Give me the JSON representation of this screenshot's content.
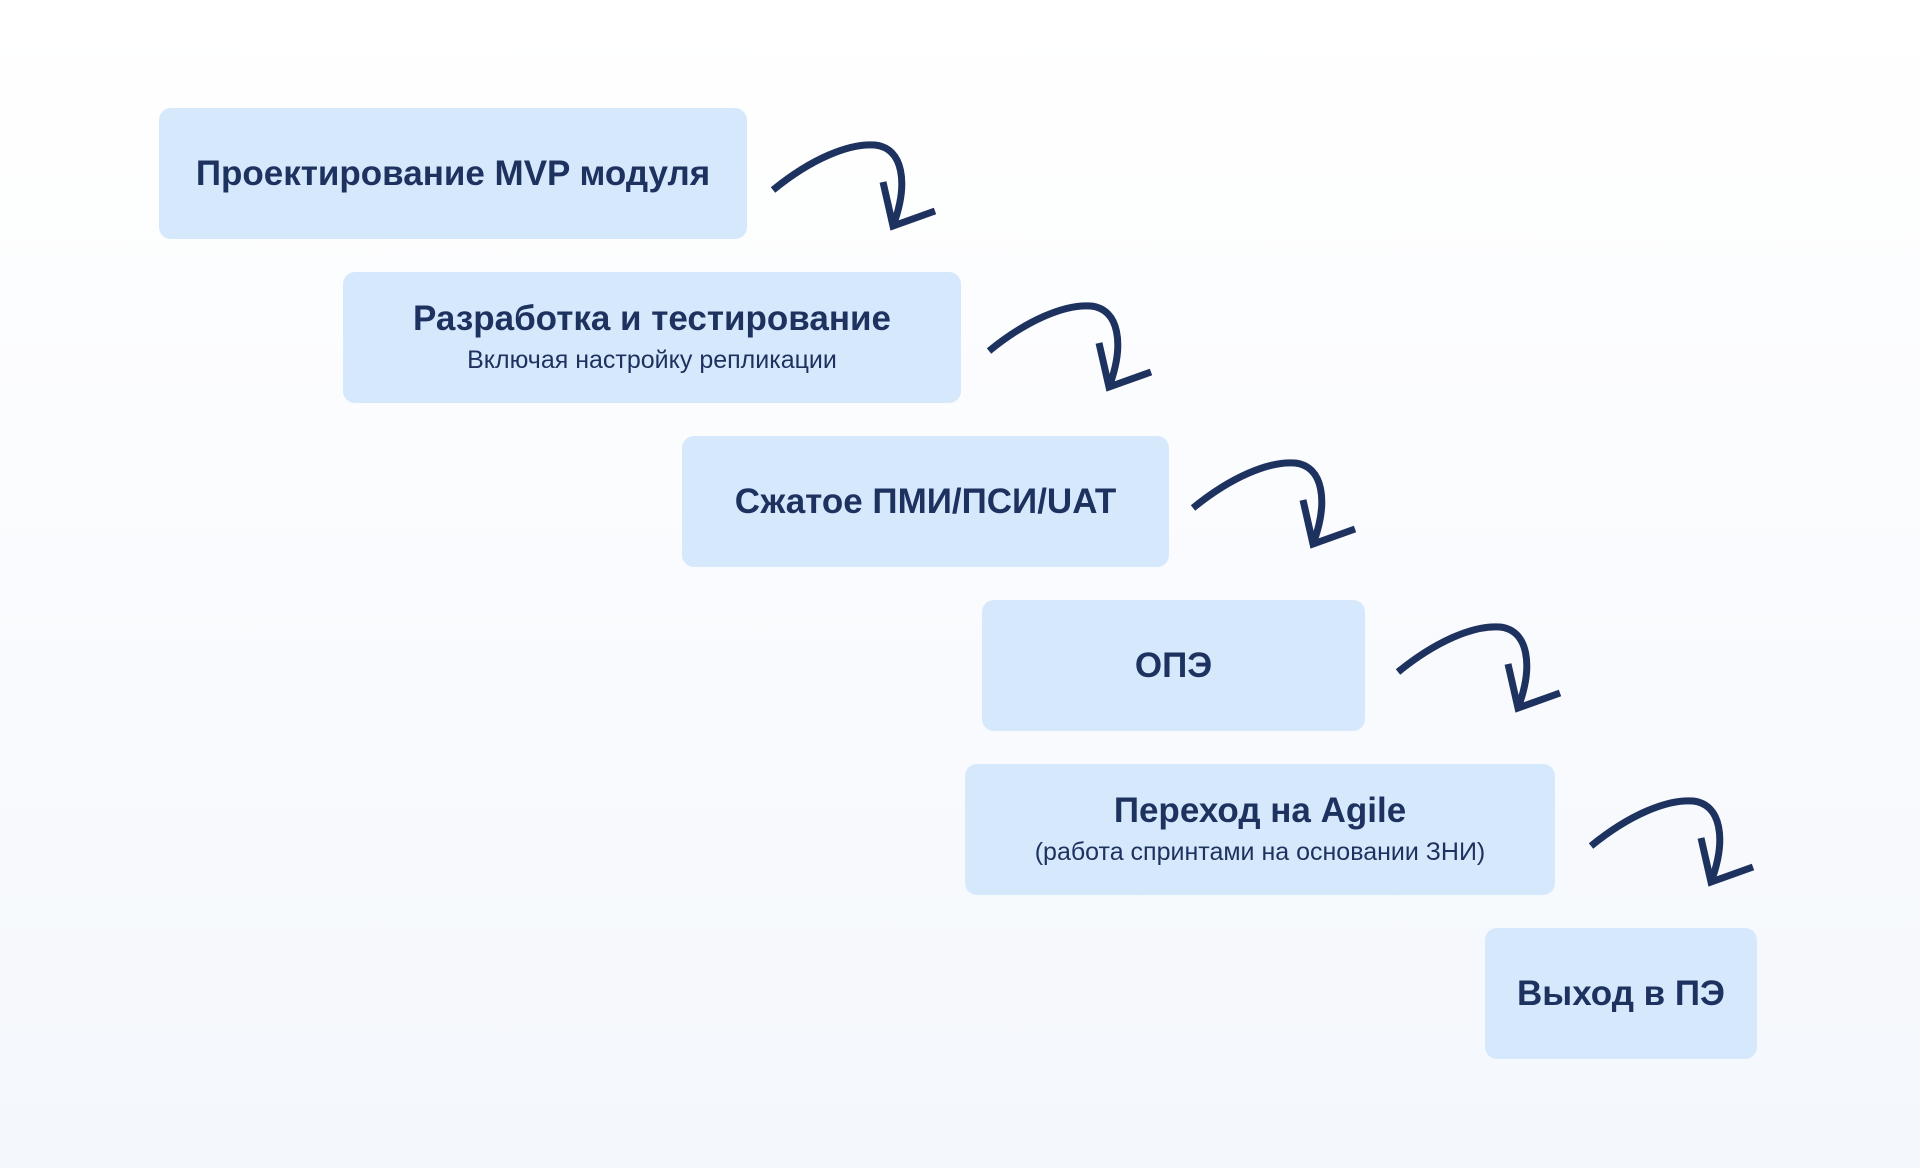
{
  "steps": [
    {
      "title": "Проектирование MVP модуля"
    },
    {
      "title": "Разработка и тестирование",
      "subtitle": "Включая настройку репликации"
    },
    {
      "title": "Сжатое ПМИ/ПСИ/UAT"
    },
    {
      "title": "ОПЭ"
    },
    {
      "title": "Переход на Agile",
      "subtitle": "(работа спринтами на основании ЗНИ)"
    },
    {
      "title": "Выход в ПЭ"
    }
  ],
  "colors": {
    "box": "#d6e9fc",
    "text": "#1e3260",
    "arrow": "#1e3260"
  }
}
